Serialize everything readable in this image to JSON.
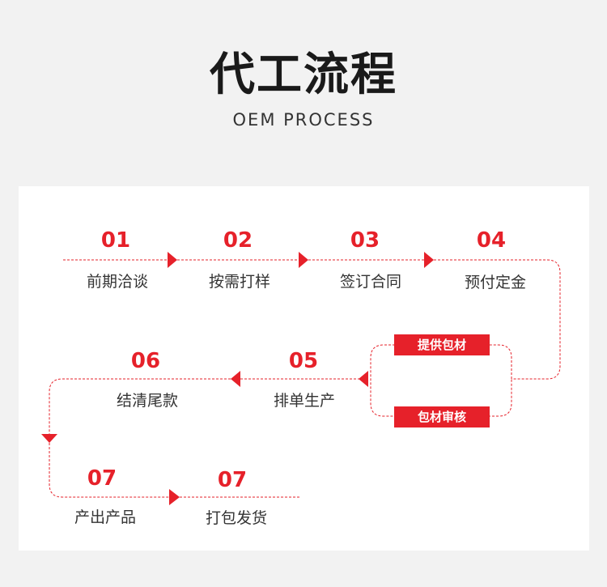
{
  "header": {
    "title": "代工流程",
    "subtitle": "OEM PROCESS"
  },
  "steps": [
    {
      "num": "01",
      "label": "前期洽谈"
    },
    {
      "num": "02",
      "label": "按需打样"
    },
    {
      "num": "03",
      "label": "签订合同"
    },
    {
      "num": "04",
      "label": "预付定金"
    },
    {
      "num": "05",
      "label": "排单生产"
    },
    {
      "num": "06",
      "label": "结清尾款"
    },
    {
      "num": "07",
      "label": "产出产品"
    },
    {
      "num": "07",
      "label": "打包发货"
    }
  ],
  "loop_tags": {
    "top": "提供包材",
    "bottom": "包材审核"
  },
  "colors": {
    "accent": "#e6212a",
    "text": "#333333",
    "background": "#f2f2f2",
    "panel": "#ffffff"
  }
}
